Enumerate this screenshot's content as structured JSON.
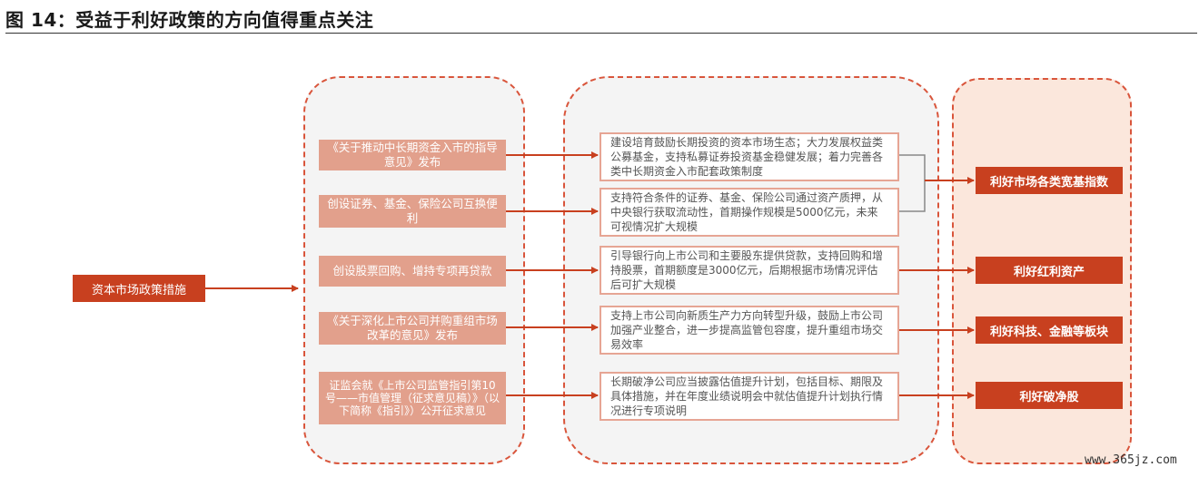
{
  "figure": {
    "title": "图 14：受益于利好政策的方向值得重点关注",
    "source_label": "资本市场政策措施",
    "policies": [
      "《关于推动中长期资金入市的指导意见》发布",
      "创设证券、基金、保险公司互换便利",
      "创设股票回购、增持专项再贷款",
      "《关于深化上市公司并购重组市场改革的意见》发布",
      "证监会就《上市公司监管指引第10号——市值管理（征求意见稿）》（以下简称《指引》）公开征求意见"
    ],
    "measures": [
      "建设培育鼓励长期投资的资本市场生态；大力发展权益类公募基金，支持私募证券投资基金稳健发展；着力完善各类中长期资金入市配套政策制度",
      "支持符合条件的证券、基金、保险公司通过资产质押，从中央银行获取流动性，首期操作规模是5000亿元，未来可视情况扩大规模",
      "引导银行向上市公司和主要股东提供贷款，支持回购和增持股票，首期额度是3000亿元，后期根据市场情况评估后可扩大规模",
      "支持上市公司向新质生产力方向转型升级，鼓励上市公司加强产业整合，进一步提高监管包容度，提升重组市场交易效率",
      "长期破净公司应当披露估值提升计划，包括目标、期限及具体措施，并在年度业绩说明会中就估值提升计划执行情况进行专项说明"
    ],
    "benefits": [
      "利好市场各类宽基指数",
      "利好红利资产",
      "利好科技、金融等板块",
      "利好破净股"
    ],
    "watermark": "www.365jz.com"
  },
  "colors": {
    "accent": "#c8401f",
    "policy_fill": "#e2a08c",
    "dashed_border": "#d9553b",
    "panel_fill": "#f4f4f4",
    "benefit_panel_fill": "#fbe7dc"
  }
}
